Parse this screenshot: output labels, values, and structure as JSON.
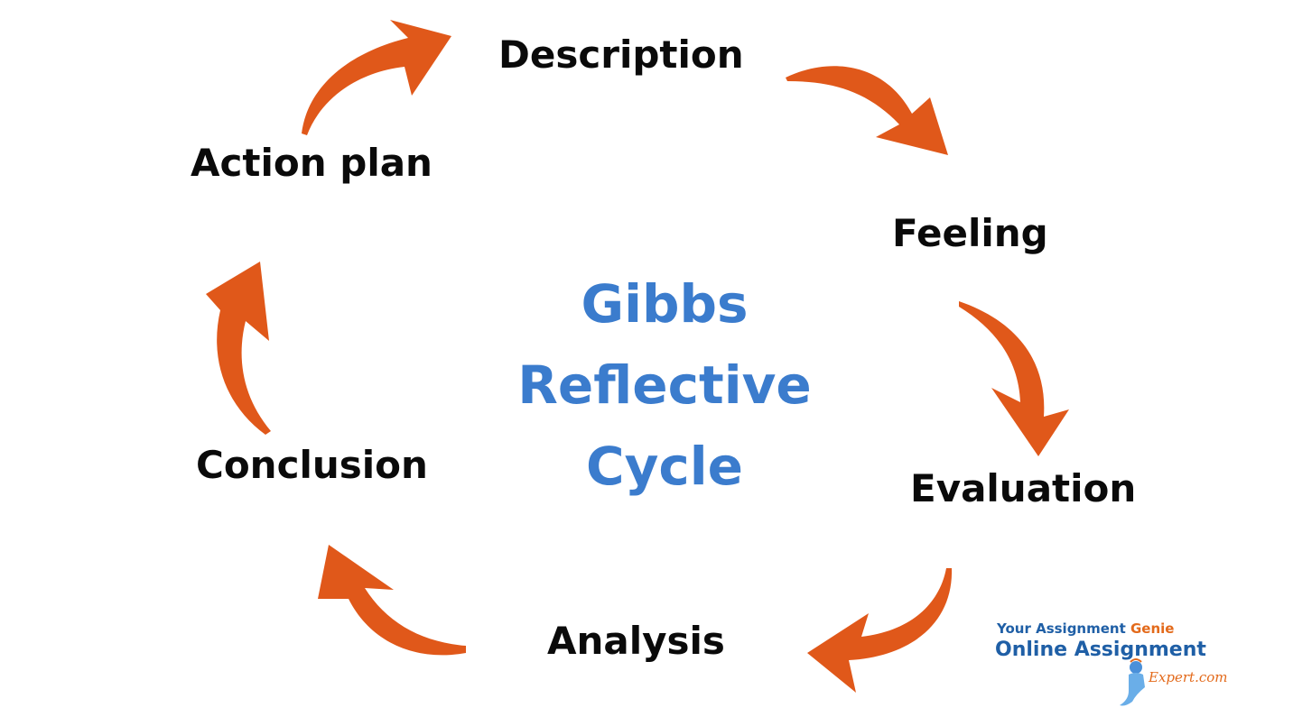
{
  "diagram": {
    "center_title": [
      "Gibbs",
      "Reflective",
      "Cycle"
    ],
    "steps": {
      "description": "Description",
      "feeling": "Feeling",
      "evaluation": "Evaluation",
      "analysis": "Analysis",
      "conclusion": "Conclusion",
      "action_plan": "Action plan"
    },
    "arrow_color": "#e0581a",
    "title_color": "#3b7ccd"
  },
  "logo": {
    "tagline_part1": "Your Assignment ",
    "tagline_part2": "Genie",
    "name": "Online Assignment",
    "domain": "Expert.com"
  }
}
